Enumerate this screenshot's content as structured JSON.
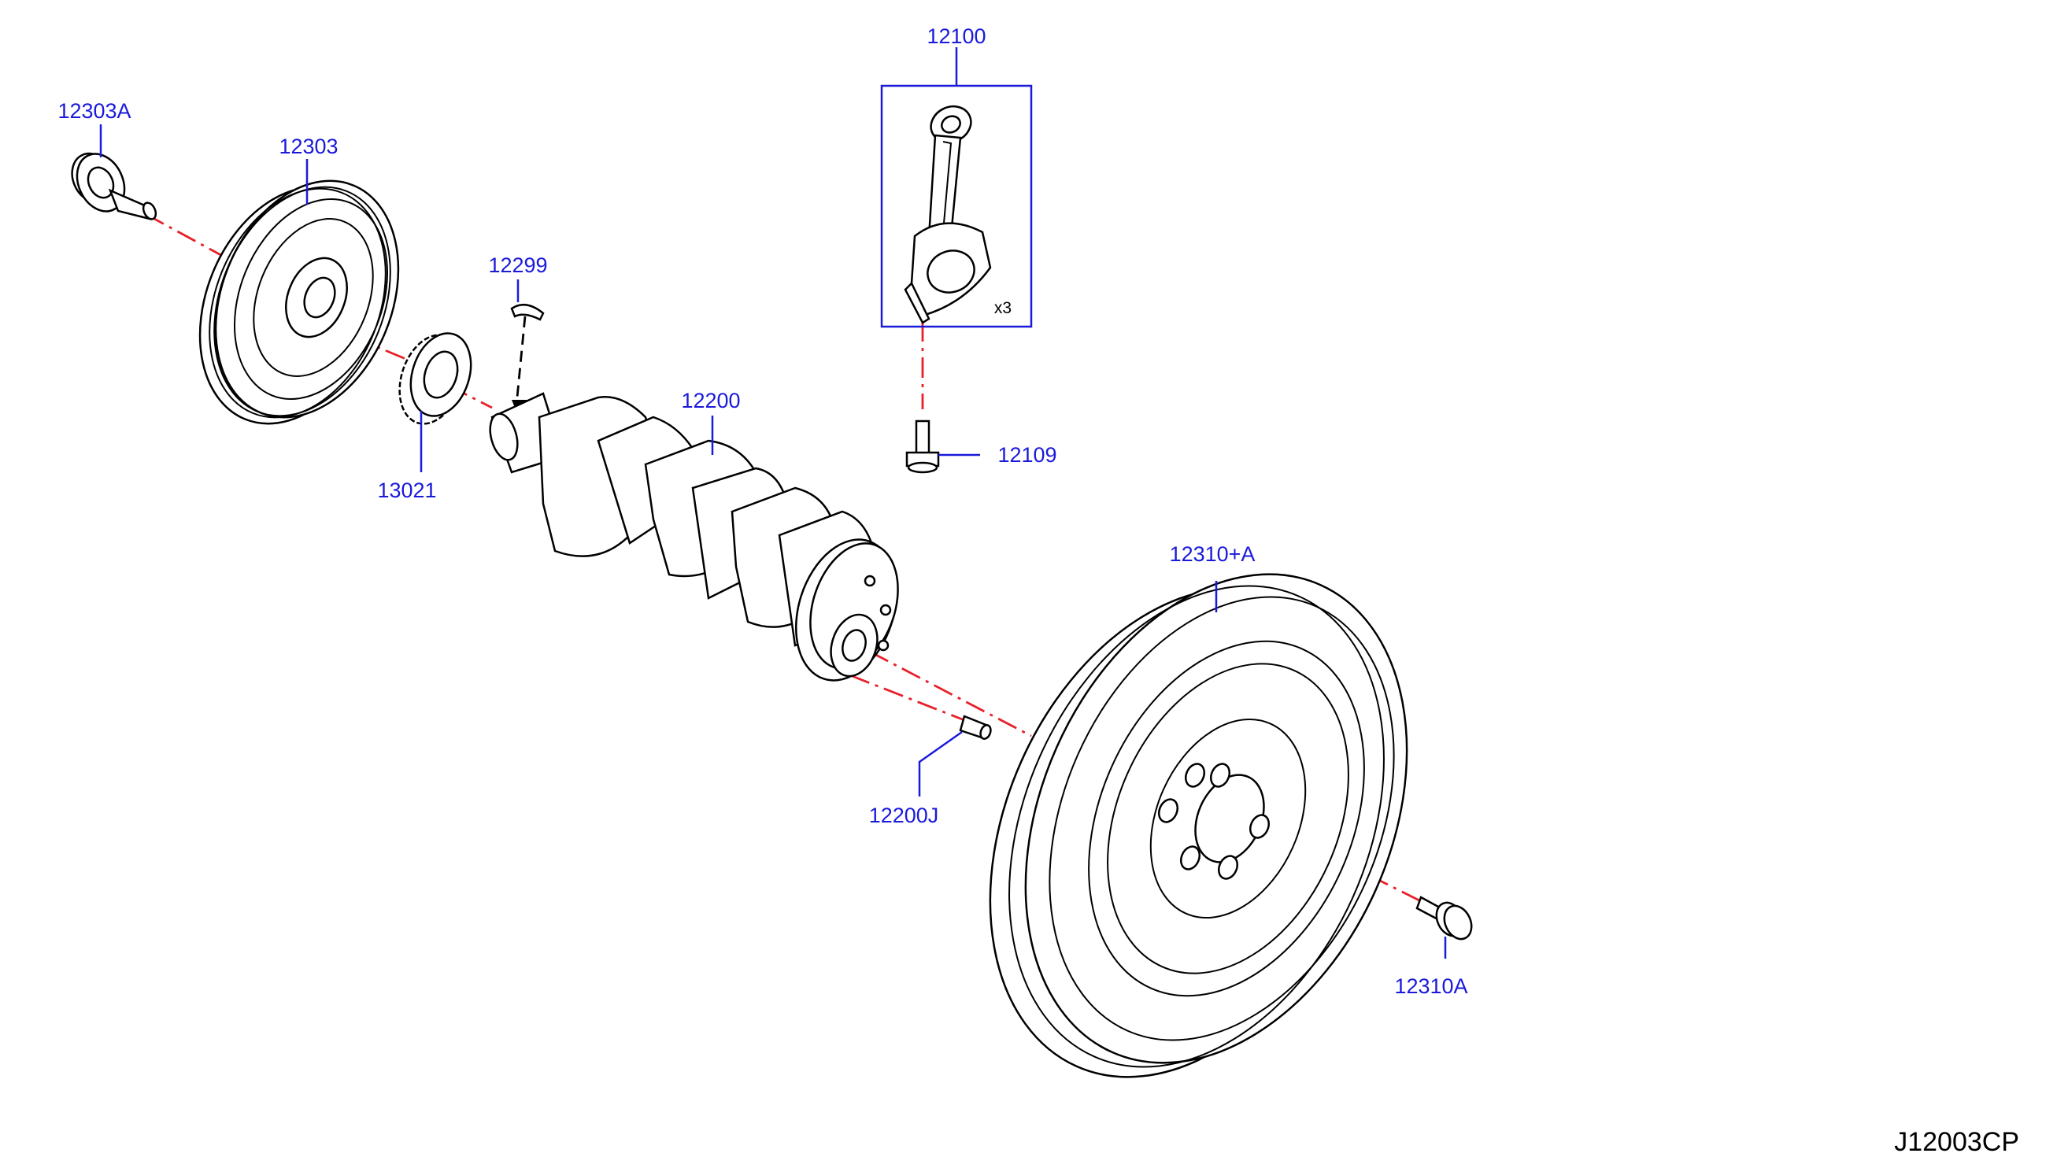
{
  "diagram": {
    "catalog_code": "J12003CP",
    "colors": {
      "label": "#1a1adb",
      "leader": "#1a1adb",
      "axis": "#e8202a",
      "outline": "#000000"
    },
    "parts": [
      {
        "id": "bolt-12303a",
        "label": "12303A",
        "depicts": "crank-pulley-bolt"
      },
      {
        "id": "pulley-12303",
        "label": "12303",
        "depicts": "crankshaft-pulley"
      },
      {
        "id": "key-12299",
        "label": "12299",
        "depicts": "woodruff-key"
      },
      {
        "id": "sprocket-13021",
        "label": "13021",
        "depicts": "crankshaft-sprocket"
      },
      {
        "id": "crankshaft-12200",
        "label": "12200",
        "depicts": "crankshaft"
      },
      {
        "id": "rod-12100",
        "label": "12100",
        "depicts": "connecting-rod",
        "quantity": "x3"
      },
      {
        "id": "bolt-12109",
        "label": "12109",
        "depicts": "connecting-rod-bolt"
      },
      {
        "id": "pin-12200j",
        "label": "12200J",
        "depicts": "dowel-pin"
      },
      {
        "id": "flywheel-12310",
        "label": "12310+A",
        "depicts": "flywheel"
      },
      {
        "id": "bolt-12310a",
        "label": "12310A",
        "depicts": "flywheel-bolt"
      }
    ]
  }
}
